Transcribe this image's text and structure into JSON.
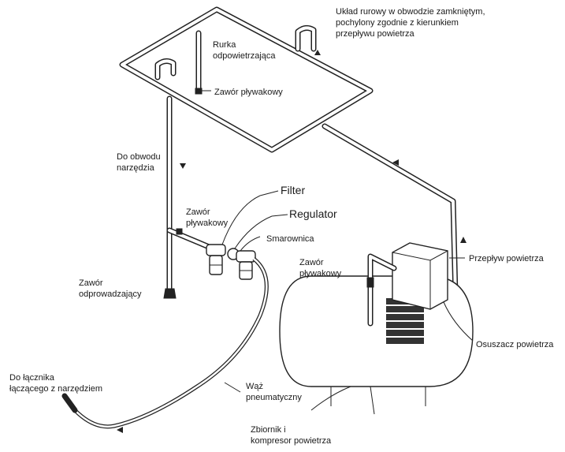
{
  "labels": {
    "loop_line1": "Układ rurowy w obwodzie zamkniętym,",
    "loop_line2": "pochylony zgodnie z kierunkiem",
    "loop_line3": "przepływu powietrza",
    "vent_line1": "Rurka",
    "vent_line2": "odpowietrzająca",
    "float_valve_top": "Zawór pływakowy",
    "tool_circuit_line1": "Do obwodu",
    "tool_circuit_line2": "narzędzia",
    "filter": "Filter",
    "regulator": "Regulator",
    "float_valve_mid_line1": "Zawór",
    "float_valve_mid_line2": "pływakowy",
    "lubricator": "Smarownica",
    "airflow": "Przepływ powietrza",
    "float_valve_right_line1": "Zawór",
    "float_valve_right_line2": "pływakowy",
    "drain_valve_line1": "Zawór",
    "drain_valve_line2": "odprowadzający",
    "dryer": "Osuszacz powietrza",
    "coupler_line1": "Do łącznika",
    "coupler_line2": "łączącego z narzędziem",
    "hose_line1": "Wąż",
    "hose_line2": "pneumatyczny",
    "tank_line1": "Zbiornik i",
    "tank_line2": "kompresor powietrza"
  },
  "colors": {
    "line": "#222222",
    "background": "#ffffff"
  }
}
